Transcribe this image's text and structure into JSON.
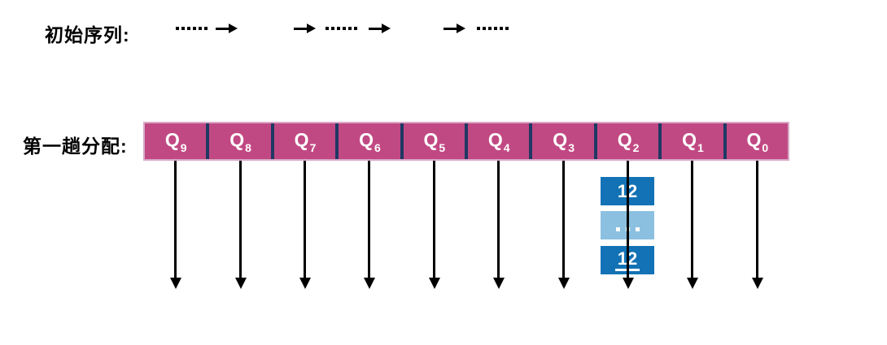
{
  "diagram": {
    "type": "radix-sort-first-pass-distribution",
    "initial_sequence_label": "初始序列:",
    "first_pass_label": "第一趟分配:"
  },
  "top_sequence": {
    "segments": [
      {
        "type": "dots",
        "glyph": "······"
      },
      {
        "type": "arrow",
        "glyph": "→"
      },
      {
        "type": "arrow",
        "glyph": "→"
      },
      {
        "type": "dots",
        "glyph": "······"
      },
      {
        "type": "arrow",
        "glyph": "→"
      },
      {
        "type": "arrow",
        "glyph": "→"
      },
      {
        "type": "dots",
        "glyph": "······"
      }
    ]
  },
  "queues": [
    {
      "q": "Q",
      "sub": "9"
    },
    {
      "q": "Q",
      "sub": "8"
    },
    {
      "q": "Q",
      "sub": "7"
    },
    {
      "q": "Q",
      "sub": "6"
    },
    {
      "q": "Q",
      "sub": "5"
    },
    {
      "q": "Q",
      "sub": "4"
    },
    {
      "q": "Q",
      "sub": "3"
    },
    {
      "q": "Q",
      "sub": "2"
    },
    {
      "q": "Q",
      "sub": "1"
    },
    {
      "q": "Q",
      "sub": "0"
    }
  ],
  "q2_stack": {
    "attached_to_queue": "Q2",
    "items": [
      {
        "text": "12",
        "variant": "dark",
        "underlined": false
      },
      {
        "text": "···",
        "variant": "light",
        "underlined": false
      },
      {
        "text": "12",
        "variant": "dark",
        "underlined": true
      }
    ]
  },
  "colors": {
    "bucket_bar_pink": "#C14983",
    "bar_edge_light_pink": "#D9A8C6",
    "divider_navy": "#1F3864",
    "node_dark_blue": "#1272B5",
    "node_light_blue": "#8CC0E0",
    "arrow_black": "#000000",
    "label_text": "#000000",
    "cell_text": "#FFFFFF"
  }
}
